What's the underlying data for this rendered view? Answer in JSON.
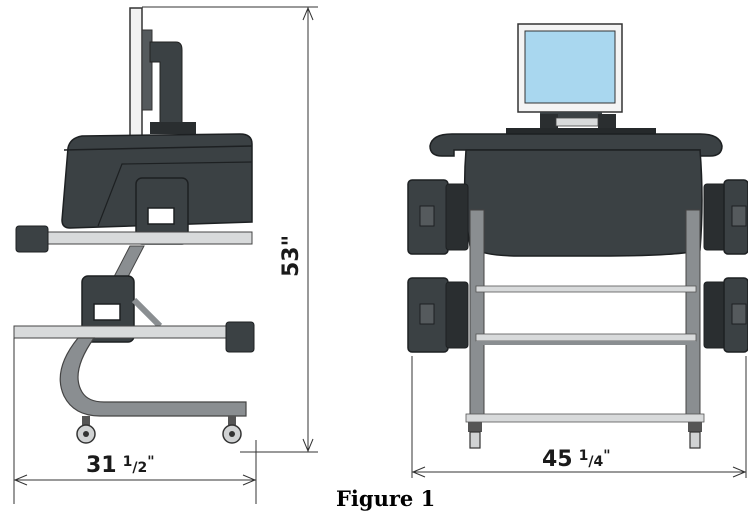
{
  "dimensions": {
    "height": {
      "whole": "53",
      "unit": "\""
    },
    "depth": {
      "whole": "31",
      "numerator": "1",
      "denominator": "2",
      "unit": "\""
    },
    "width": {
      "whole": "45",
      "numerator": "1",
      "denominator": "4",
      "unit": "\""
    }
  },
  "caption": "Figure 1",
  "colors": {
    "cabinet": "#3b4144",
    "cabinet_dark": "#25292b",
    "pole": "#8a8e91",
    "bar": "#d8dadb",
    "screen": "#a9d7ef",
    "line": "#333333"
  }
}
